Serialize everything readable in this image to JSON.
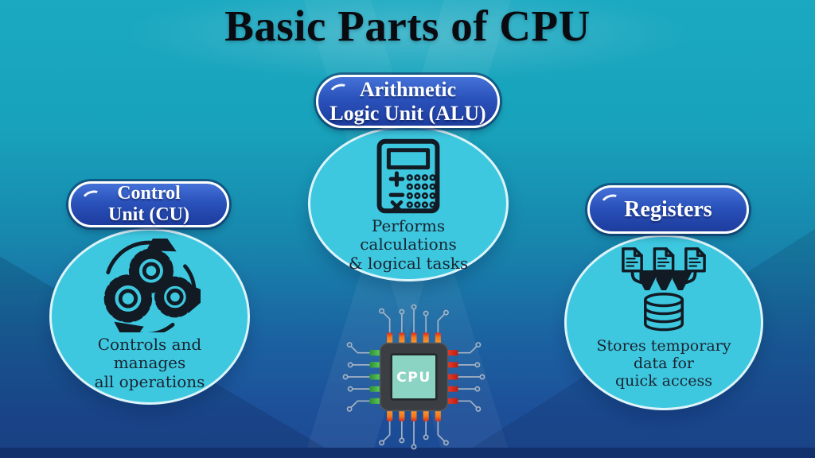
{
  "title": "Basic Parts of CPU",
  "cards": {
    "cu": {
      "badge_line1": "Control",
      "badge_line2": "Unit (CU)",
      "icon": "gears-cycle-icon",
      "description": [
        "Controls and",
        "manages",
        "all operations"
      ]
    },
    "alu": {
      "badge_line1": "Arithmetic",
      "badge_line2": "Logic Unit (ALU)",
      "icon": "calculator-icon",
      "description": [
        "Performs",
        "calculations",
        "& logical tasks"
      ]
    },
    "registers": {
      "badge_line1": "Registers",
      "icon": "files-to-database-icon",
      "description": [
        "Stores temporary",
        "data for",
        "quick access"
      ]
    }
  },
  "cpu_chip": {
    "label": "CPU"
  },
  "palette": {
    "background_top": "#19a8c0",
    "background_bottom": "#1d4b95",
    "badge_blue": "#2a52bb",
    "badge_border": "#ffffff",
    "circle_fill": "#3dc8e0",
    "icon_ink": "#121a24",
    "chip_body": "#3b3e42",
    "chip_core": "#8bd3c2",
    "pin_orange": "#f4761c",
    "pin_green": "#4dbb49",
    "pin_red": "#e73722"
  }
}
